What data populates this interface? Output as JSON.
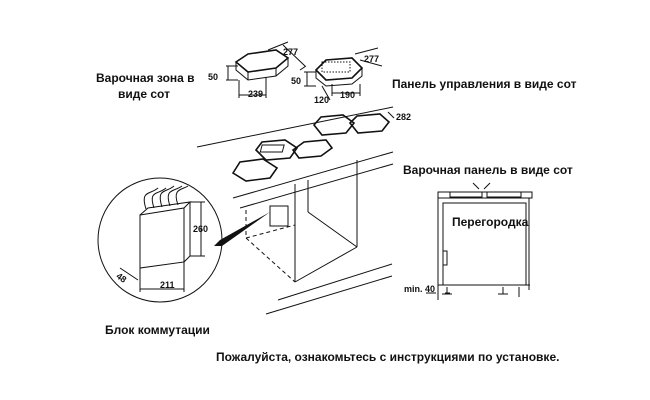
{
  "labels": {
    "hob_zone": [
      "Варочная зона в",
      "виде сот"
    ],
    "control_panel": "Панель управления в виде сот",
    "hob_panel": "Варочная панель в виде сот",
    "partition": "Перегородка",
    "min_gap": "min. 40",
    "junction_box": "Блок коммутации",
    "instructions_note": "Пожалуйста, ознакомьтесь с инструкциями по установке."
  },
  "dimensions": {
    "hob_zone_depth": "277",
    "hob_zone_height": "50",
    "hob_zone_width": "239",
    "panel_depth": "277",
    "panel_height": "50",
    "panel_offset": "120",
    "panel_width": "190",
    "worktop_depth": "282",
    "box_height": "260",
    "box_depth": "48",
    "box_width": "211"
  }
}
